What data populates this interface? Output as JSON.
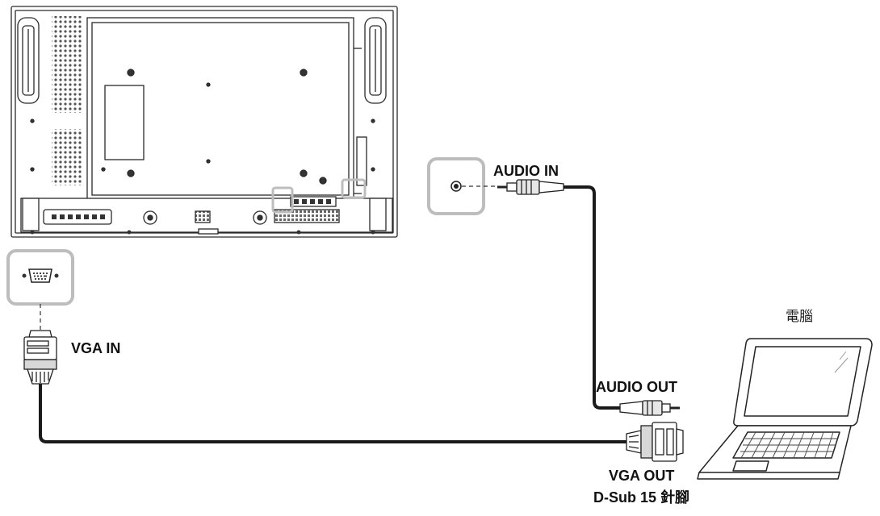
{
  "labels": {
    "audio_in": "AUDIO IN",
    "vga_in": "VGA IN",
    "audio_out": "AUDIO OUT",
    "vga_out": "VGA OUT",
    "dsub": "D-Sub 15 針腳",
    "computer": "電腦"
  },
  "colors": {
    "line": "#2a2a2a",
    "highlight": "#bdbdbd",
    "connector_fill": "#e6e6e6",
    "cable": "#1a1a1a"
  }
}
